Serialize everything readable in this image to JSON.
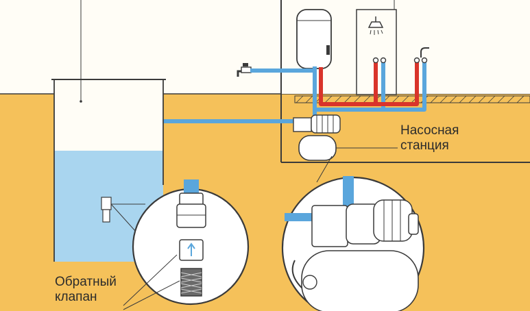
{
  "labels": {
    "pump_station": [
      "Насосная",
      "станция"
    ],
    "check_valve": [
      "Обратный",
      "клапан"
    ]
  },
  "colors": {
    "ground": "#f5c15a",
    "sky": "#fffdf6",
    "water": "#a9d5ef",
    "cold_pipe": "#5aa6dc",
    "hot_pipe": "#d9342b",
    "outline": "#3a3a3a"
  },
  "icons": [
    "faucet-icon",
    "shower-icon",
    "water-heater-icon",
    "pump-icon",
    "pressure-tank-icon",
    "check-valve-icon",
    "strainer-icon"
  ]
}
